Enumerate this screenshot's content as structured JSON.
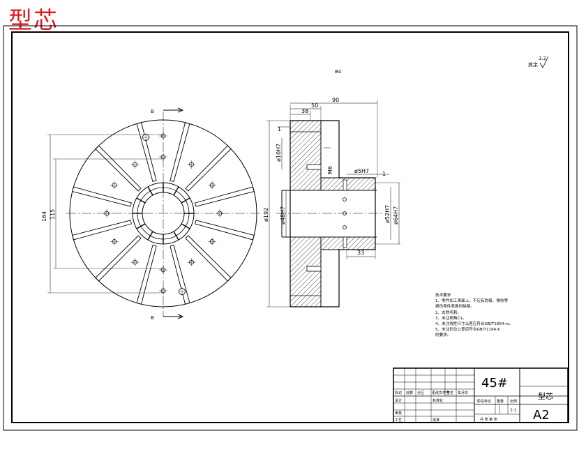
{
  "page_title": "型芯",
  "view_label": "B4",
  "section_marks": {
    "top": "B",
    "bottom": "B"
  },
  "roughness": {
    "label": "其余",
    "value": "3.2"
  },
  "dimensions": {
    "front_164": "164",
    "front_115": "115",
    "sec_90": "90",
    "sec_50": "50",
    "sec_38": "38",
    "sec_1a": "1",
    "sec_1b": "1",
    "sec_phi10h7": "ø10H7",
    "sec_m6": "M6",
    "sec_phi5h7": "ø5H7",
    "sec_phi192": "ø192",
    "sec_phi48h7": "ø48H7",
    "sec_phi52h7": "ø52H7",
    "sec_phi64h7": "ø64H7",
    "sec_33": "33"
  },
  "technical_requirements": {
    "heading": "技术要求",
    "items": [
      "1、零件加工表面上，不应有划痕、擦伤等",
      "   损伤零件表面的缺陷。",
      "2、去除毛刺。",
      "3、未注倒角C1。",
      "4、未注线性尺寸公差应符合GB/T1804-m。",
      "5、未注形位公差应符合GB/T1184-K",
      "   的要求。"
    ]
  },
  "title_block": {
    "material": "45#",
    "part_name": "型芯",
    "sheet_size": "A2",
    "header_cells": [
      "标记",
      "处数",
      "分区",
      "更改文件号",
      "签名",
      "年月日"
    ],
    "role_labels": [
      "设计",
      "审核",
      "工艺"
    ],
    "std_label": "标准化",
    "approve_label": "批准",
    "stage_label": "阶段标记",
    "weight_label": "重量",
    "scale_label": "比例",
    "scale_value": "1:1",
    "sheet_label": "共 张 第 张"
  }
}
